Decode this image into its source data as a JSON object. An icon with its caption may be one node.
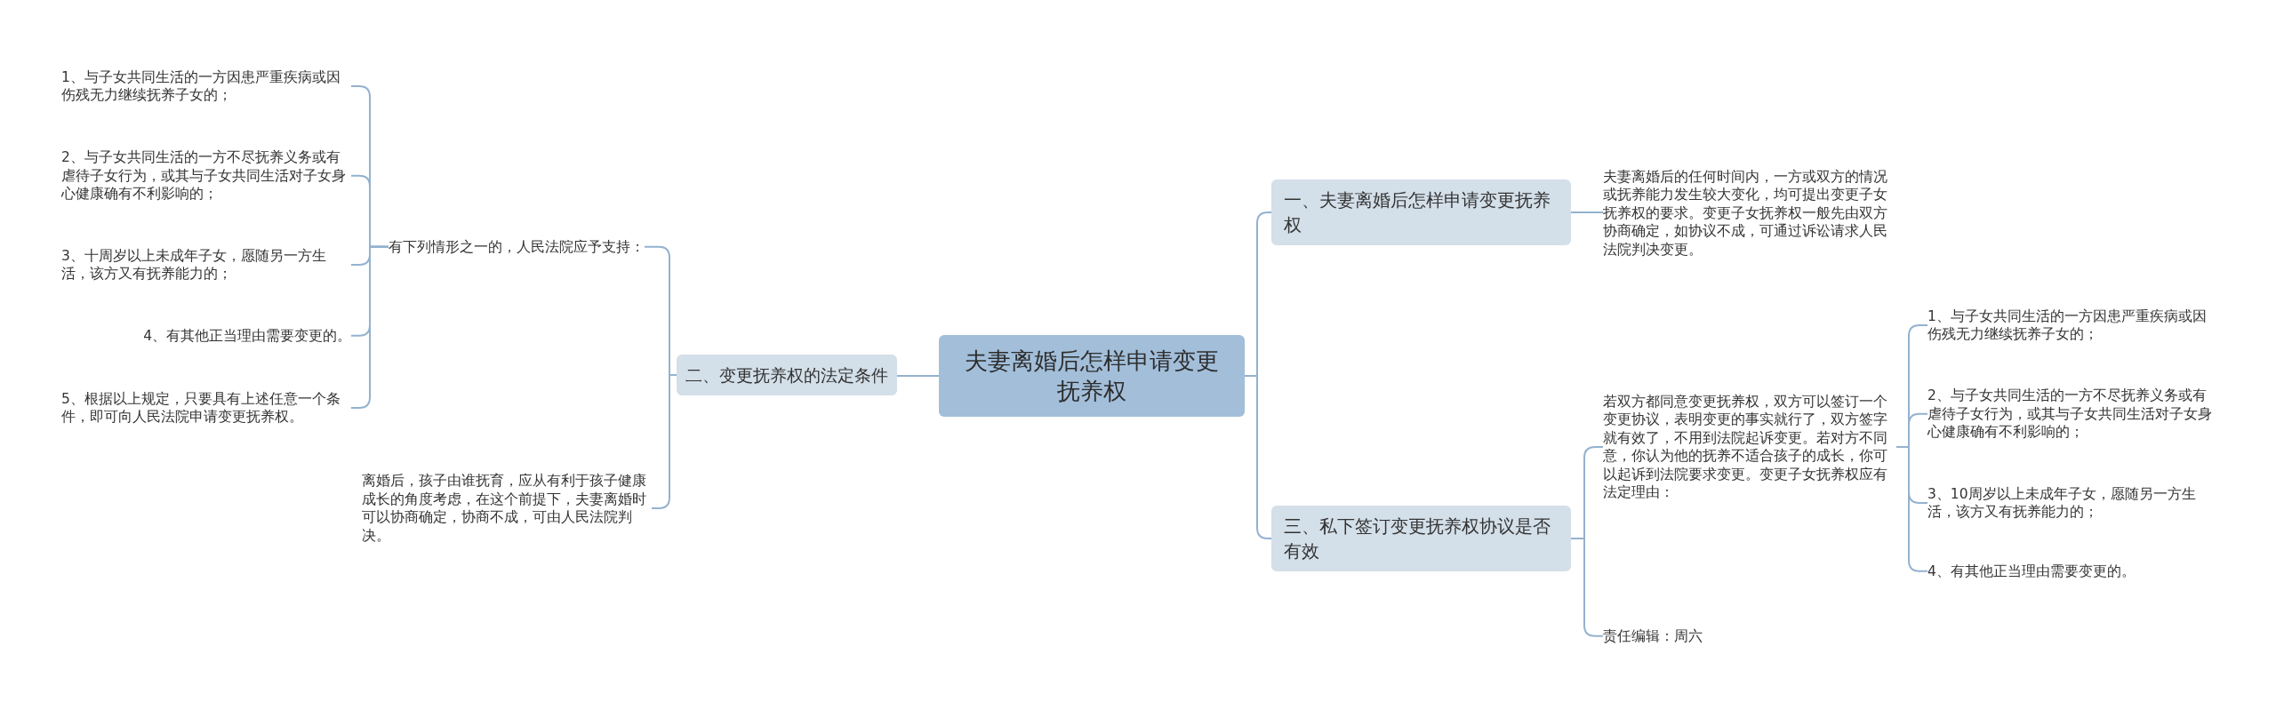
{
  "diagram": {
    "nodes": [
      {
        "text": [
          "夫妻离婚后怎样申请变更抚养权"
        ]
      },
      {
        "text": [
          "一、夫妻离婚后怎样申请变更抚养权"
        ]
      },
      {
        "text": [
          "夫妻离婚后的任何时间内，一方或双方的情况或抚养能力发生较大变化，均可提出变更子女抚养权的要求。变更子女抚养权一般先由双方协商确定，如协议不成，可通过诉讼请求人民法院判决变更。"
        ]
      },
      {
        "text": [
          "三、私下签订变更抚养权协议是否有效"
        ]
      },
      {
        "text": [
          "若双方都同意变更抚养权，双方可以签订一个变更协议，表明变更的事实就行了，双方签字就有效了，不用到法院起诉变更。若对方不同意，你认为他的抚养不适合孩子的成长，你可以起诉到法院要求变更。变更子女抚养权应有法定理由："
        ]
      },
      {
        "text": [
          "1、与子女共同生活的一方因患严重疾病或因伤残无力继续抚养子女的；"
        ]
      },
      {
        "text": [
          "2、与子女共同生活的一方不尽抚养义务或有虐待子女行为，或其与子女共同生活对子女身心健康确有不利影响的；"
        ]
      },
      {
        "text": [
          "3、10周岁以上未成年子女，愿随另一方生活，该方又有抚养能力的；"
        ]
      },
      {
        "text": [
          "4、有其他正当理由需要变更的。"
        ]
      },
      {
        "text": [
          "责任编辑：周六"
        ]
      },
      {
        "text": [
          "二、变更抚养权的法定条件"
        ]
      },
      {
        "text": [
          "有下列情形之一的，人民法院应予支持："
        ]
      },
      {
        "text": [
          "1、与子女共同生活的一方因患严重疾病或因伤残无力继续抚养子女的；"
        ]
      },
      {
        "text": [
          "2、与子女共同生活的一方不尽抚养义务或有虐待子女行为，或其与子女共同生活对子女身心健康确有不利影响的；"
        ]
      },
      {
        "text": [
          "3、十周岁以上未成年子女，愿随另一方生活，该方又有抚养能力的；"
        ]
      },
      {
        "text": [
          "4、有其他正当理由需要变更的。"
        ]
      },
      {
        "text": [
          "5、根据以上规定，只要具有上述任意一个条件，即可向人民法院申请变更抚养权。"
        ]
      },
      {
        "text": [
          "离婚后，孩子由谁抚育，应从有利于孩子健康成长的角度考虑，在这个前提下，夫妻离婚时可以协商确定，协商不成，可由人民法院判决。"
        ]
      }
    ],
    "edges": [
      {
        "from": 0,
        "to": 1,
        "arrow": "none"
      },
      {
        "from": 1,
        "to": 2,
        "arrow": "none"
      },
      {
        "from": 0,
        "to": 3,
        "arrow": "none"
      },
      {
        "from": 3,
        "to": 4,
        "arrow": "none"
      },
      {
        "from": 4,
        "to": 5,
        "arrow": "none"
      },
      {
        "from": 4,
        "to": 6,
        "arrow": "none"
      },
      {
        "from": 4,
        "to": 7,
        "arrow": "none"
      },
      {
        "from": 4,
        "to": 8,
        "arrow": "none"
      },
      {
        "from": 3,
        "to": 9,
        "arrow": "none"
      },
      {
        "from": 0,
        "to": 10,
        "arrow": "none"
      },
      {
        "from": 10,
        "to": 11,
        "arrow": "none"
      },
      {
        "from": 11,
        "to": 12,
        "arrow": "none"
      },
      {
        "from": 11,
        "to": 13,
        "arrow": "none"
      },
      {
        "from": 11,
        "to": 14,
        "arrow": "none"
      },
      {
        "from": 11,
        "to": 15,
        "arrow": "none"
      },
      {
        "from": 11,
        "to": 16,
        "arrow": "none"
      },
      {
        "from": 10,
        "to": 17,
        "arrow": "none"
      }
    ]
  }
}
